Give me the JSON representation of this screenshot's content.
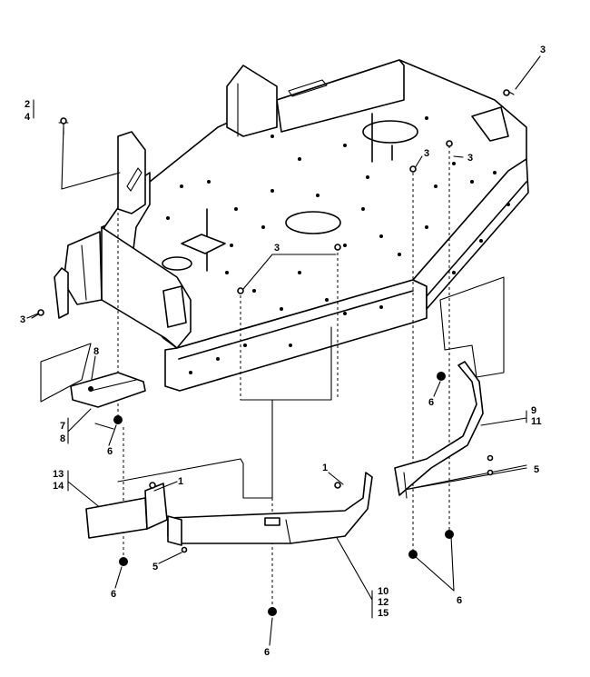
{
  "diagram": {
    "callouts": {
      "c_2": "2",
      "c_4": "4",
      "c_3_top_right": "3",
      "c_3_center_right": "3",
      "c_3_right_small": "3",
      "c_3_center": "3",
      "c_3_left": "3",
      "c_8_bracket": "8",
      "c_7": "7",
      "c_8": "8",
      "c_6_left": "6",
      "c_6_right": "6",
      "c_9": "9",
      "c_11": "11",
      "c_13": "13",
      "c_14": "14",
      "c_1_left": "1",
      "c_1_center": "1",
      "c_5_right": "5",
      "c_5_left": "5",
      "c_6_bottom_left": "6",
      "c_6_bottom_right": "6",
      "c_10": "10",
      "c_12": "12",
      "c_15": "15",
      "c_6_bottom": "6"
    }
  }
}
